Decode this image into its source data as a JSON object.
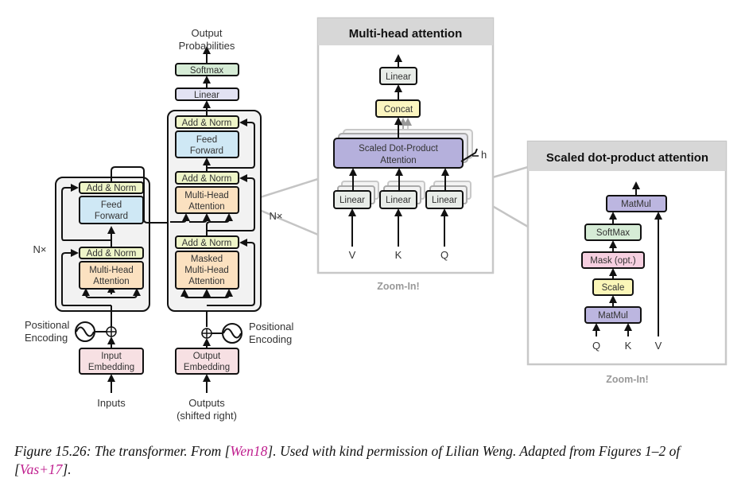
{
  "colors": {
    "add_norm": "#eef5c8",
    "feed_forward": "#cfe8f5",
    "attention": "#fbe1c0",
    "embedding": "#f7e0e3",
    "linear": "#e2e2f3",
    "softmax": "#d6ecd6",
    "sdpa": "#b5b0dc",
    "concat": "#fbf5c0",
    "mask": "#f6cfe0",
    "scale": "#fbf6b8",
    "matmul": "#bcb6e0",
    "linear_gray": "#e8ece8",
    "panel_header": "#d7d7d7",
    "panel_border": "#c8c8c8",
    "block_bg": "#f2f2f2",
    "citation": "#c0208f"
  },
  "transformer": {
    "output_probabilities": [
      "Output",
      "Probabilities"
    ],
    "softmax": "Softmax",
    "linear": "Linear",
    "encoder": {
      "add_norm_top": "Add & Norm",
      "feed_forward": [
        "Feed",
        "Forward"
      ],
      "add_norm_bottom": "Add & Norm",
      "multi_head_attention": [
        "Multi-Head",
        "Attention"
      ],
      "repeat_label": "N×",
      "positional_encoding": [
        "Positional",
        "Encoding"
      ],
      "input_embedding": [
        "Input",
        "Embedding"
      ],
      "inputs_label": "Inputs"
    },
    "decoder": {
      "add_norm_top": "Add & Norm",
      "feed_forward": [
        "Feed",
        "Forward"
      ],
      "add_norm_middle": "Add & Norm",
      "multi_head_attention": [
        "Multi-Head",
        "Attention"
      ],
      "add_norm_bottom": "Add & Norm",
      "masked_attention": [
        "Masked",
        "Multi-Head",
        "Attention"
      ],
      "repeat_label": "N×",
      "positional_encoding": [
        "Positional",
        "Encoding"
      ],
      "output_embedding": [
        "Output",
        "Embedding"
      ],
      "outputs_label": [
        "Outputs",
        "(shifted right)"
      ]
    }
  },
  "multi_head_panel": {
    "title": "Multi-head attention",
    "linear_top": "Linear",
    "concat": "Concat",
    "sdpa": [
      "Scaled Dot-Product",
      "Attention"
    ],
    "heads_label": "h",
    "linears": [
      "Linear",
      "Linear",
      "Linear"
    ],
    "inputs": [
      "V",
      "K",
      "Q"
    ],
    "zoom_label": "Zoom-In!"
  },
  "sdpa_panel": {
    "title": "Scaled dot-product attention",
    "matmul_top": "MatMul",
    "softmax": "SoftMax",
    "mask": "Mask (opt.)",
    "scale": "Scale",
    "matmul_bottom": "MatMul",
    "inputs": [
      "Q",
      "K",
      "V"
    ],
    "zoom_label": "Zoom-In!"
  },
  "caption": {
    "prefix": "Figure 15.26: The transformer. From [",
    "cite1": "Wen18",
    "middle": "]. Used with kind permission of Lilian Weng. Adapted from Figures 1–2 of [",
    "cite2": "Vas+17",
    "suffix": "]."
  }
}
